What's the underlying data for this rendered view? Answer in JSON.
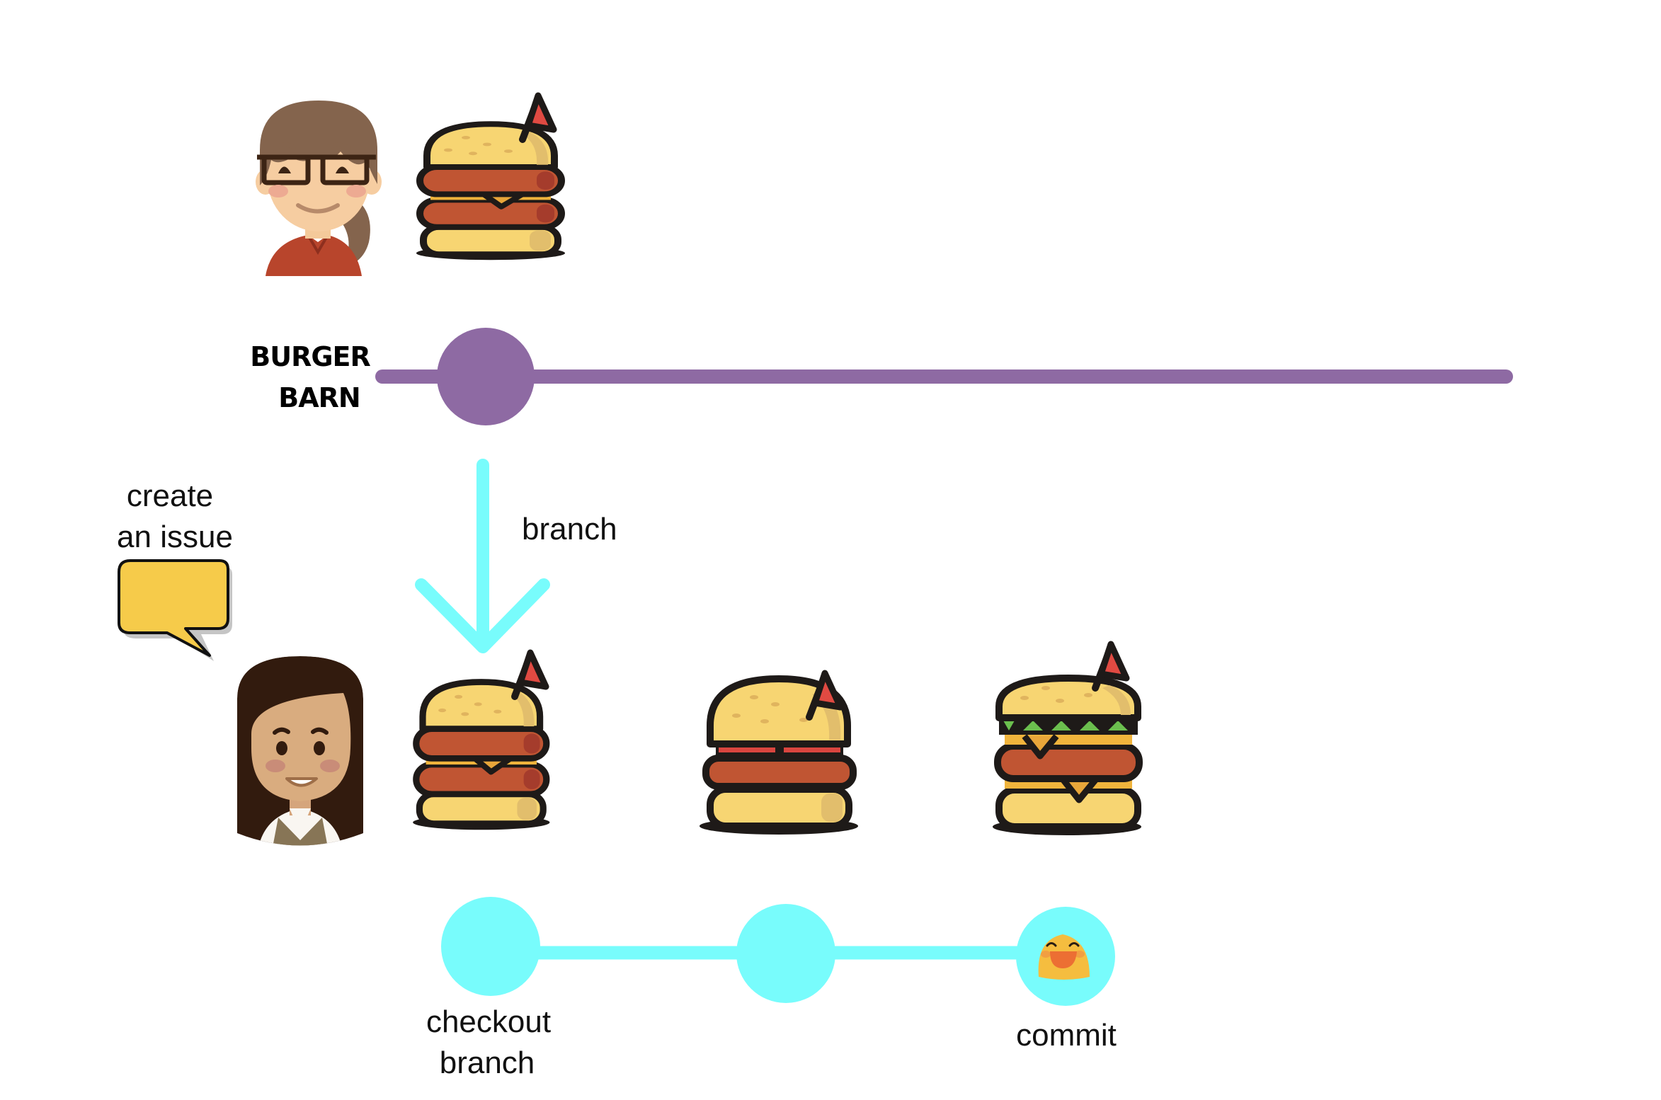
{
  "diagram": {
    "title": "Git branching workflow",
    "main_branch": {
      "name_line1": "BURGER",
      "name_line2": "BARN",
      "color": "#8E6AA3"
    },
    "feature_branch": {
      "color": "#78FCFC"
    },
    "labels": {
      "branch_arrow": "branch",
      "issue_line1": "create",
      "issue_line2": "an issue",
      "checkout_line1": "checkout",
      "checkout_line2": "branch",
      "commit": "commit"
    },
    "actors": [
      {
        "id": "maintainer",
        "description": "woman with glasses and ponytail"
      },
      {
        "id": "contributor",
        "description": "woman with long dark hair"
      }
    ],
    "burgers": [
      {
        "id": "main-burger",
        "variant": "double patty"
      },
      {
        "id": "branch-burger-1",
        "variant": "double patty"
      },
      {
        "id": "branch-burger-2",
        "variant": "bacon single"
      },
      {
        "id": "branch-burger-3",
        "variant": "deluxe with lettuce and cheese"
      }
    ],
    "commits": [
      {
        "id": "checkout",
        "label_ref": "checkout"
      },
      {
        "id": "middle",
        "label_ref": ""
      },
      {
        "id": "commit",
        "label_ref": "commit",
        "icon": "smiley-icon"
      }
    ],
    "colors": {
      "bun": "#F7D572",
      "bun_shade": "#E2BE6C",
      "patty": "#C05533",
      "outline": "#1E1A18",
      "flag": "#E04A42",
      "cheese": "#F0B43C",
      "lettuce": "#6BBF4E",
      "bubble": "#F6CB4A"
    }
  }
}
